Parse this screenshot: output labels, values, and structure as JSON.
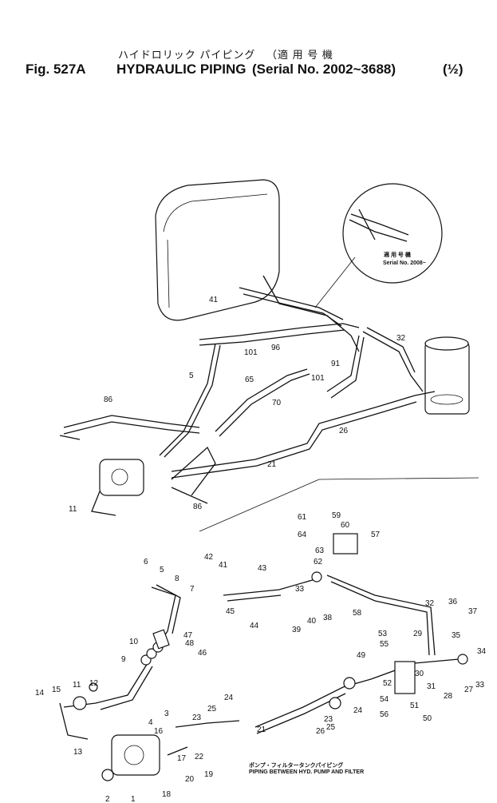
{
  "header": {
    "japanese_title": "ハイドロリック パイピング",
    "japanese_serial": "（適 用 号 機",
    "fig_label": "Fig. 527A",
    "title": "HYDRAULIC PIPING",
    "serial": "(Serial No. 2002~3688)",
    "sheet": "(½)"
  },
  "inset": {
    "caption_jp": "適 用 号 機",
    "caption": "Serial No. 2008~"
  },
  "detail_caption": {
    "jp": "ポンプ・フィルタータンクパイピング",
    "en": "PIPING BETWEEN HYD. PUMP AND FILTER"
  },
  "callouts_top": [
    "41",
    "101",
    "96",
    "91",
    "32",
    "5",
    "65",
    "101",
    "70",
    "86",
    "26",
    "21",
    "11",
    "86"
  ],
  "callouts_detail": [
    "61",
    "59",
    "60",
    "57",
    "64",
    "63",
    "62",
    "42",
    "41",
    "43",
    "6",
    "5",
    "8",
    "7",
    "45",
    "44",
    "33",
    "40",
    "38",
    "39",
    "58",
    "36",
    "37",
    "35",
    "34",
    "53",
    "29",
    "55",
    "49",
    "30",
    "31",
    "28",
    "27",
    "33",
    "32",
    "52",
    "51",
    "50",
    "54",
    "56",
    "23",
    "26",
    "25",
    "24",
    "47",
    "48",
    "46",
    "10",
    "9",
    "14",
    "15",
    "11",
    "12",
    "13",
    "3",
    "4",
    "23",
    "25",
    "24",
    "16",
    "22",
    "17",
    "20",
    "19",
    "18",
    "2",
    "1",
    "21"
  ]
}
